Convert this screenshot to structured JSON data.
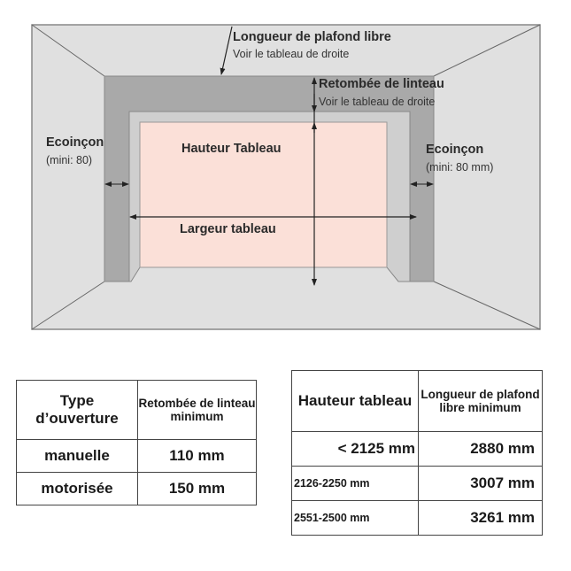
{
  "diagram": {
    "labels": {
      "ceiling_title": "Longueur de plafond libre",
      "ceiling_sub": "Voir le tableau de droite",
      "lintel_title": "Retombée de linteau",
      "lintel_sub": "Voir le tableau de droite",
      "left_corner_title": "Ecoinçon",
      "left_corner_sub": "(mini: 80)",
      "right_corner_title": "Ecoinçon",
      "right_corner_sub": "(mini: 80 mm)",
      "height": "Hauteur Tableau",
      "width": "Largeur tableau"
    },
    "colors": {
      "room": "#e0e0e0",
      "wall_frame": "#a9a9a9",
      "jamb": "#cfcfcf",
      "door_panel": "#fbe0d8",
      "lines": "#555555"
    }
  },
  "table_lintel": {
    "headers": [
      "Type d’ouverture",
      "Retombée de linteau minimum"
    ],
    "rows": [
      [
        "manuelle",
        "110 mm"
      ],
      [
        "motorisée",
        "150 mm"
      ]
    ]
  },
  "table_ceiling": {
    "headers": [
      "Hauteur tableau",
      "Longueur de plafond libre minimum"
    ],
    "rows": [
      [
        "< 2125 mm",
        "2880 mm"
      ],
      [
        "2126-2250 mm",
        "3007 mm"
      ],
      [
        "2551-2500 mm",
        "3261 mm"
      ]
    ]
  }
}
